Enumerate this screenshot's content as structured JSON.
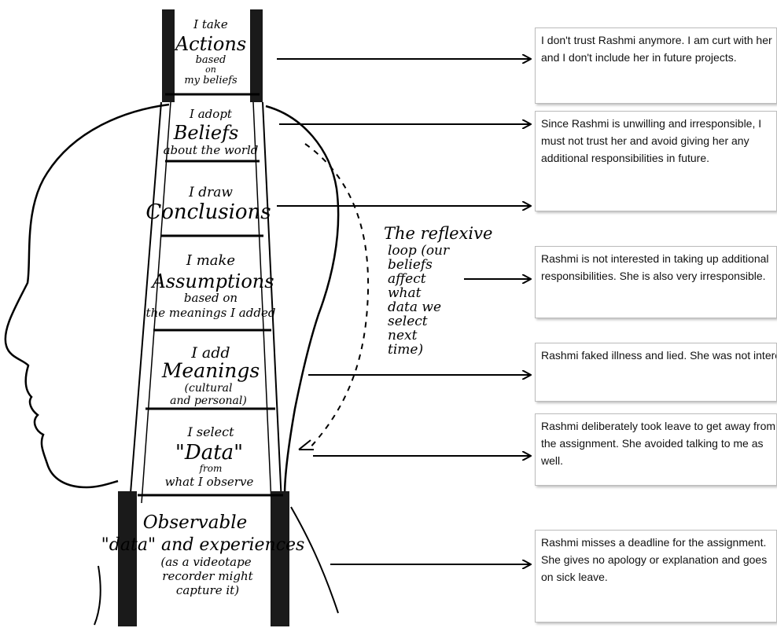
{
  "ladder": {
    "rung_actions": [
      "I take",
      "Actions",
      "based",
      "on",
      "my beliefs"
    ],
    "rung_beliefs": [
      "I adopt",
      "Beliefs",
      "about the world"
    ],
    "rung_conclusions": [
      "I draw",
      "Conclusions"
    ],
    "rung_assumptions": [
      "I make",
      "Assumptions",
      "based on",
      "the meanings I added"
    ],
    "rung_meanings": [
      "I add",
      "Meanings",
      "(cultural",
      "and personal)"
    ],
    "rung_data": [
      "I select",
      "\"Data\"",
      "from",
      "what I observe"
    ],
    "rung_observable": [
      "Observable",
      "\"data\" and experiences",
      "(as a videotape",
      "recorder might",
      "capture it)"
    ]
  },
  "loop_label": [
    "The reflexive",
    "loop (our",
    "beliefs",
    "affect",
    "what",
    "data we",
    "select",
    "next",
    "time)"
  ],
  "boxes": {
    "actions": "I don't trust Rashmi anymore. I am curt with her and I don't include her in future projects.",
    "beliefs": "Since Rashmi is unwilling and irresponsible, I must not trust her and avoid giving her any additional responsibilities in future.",
    "assumptions": "Rashmi is not interested in taking up additional responsibilities. She is also very irresponsible.",
    "meanings": "Rashmi faked illness and lied. She was not interested in the assignment.",
    "data": "Rashmi deliberately took leave to get away from the assignment. She avoided talking to me as well.",
    "observable": "Rashmi misses a deadline for the assignment.  She gives no apology or explanation and goes on sick leave."
  }
}
